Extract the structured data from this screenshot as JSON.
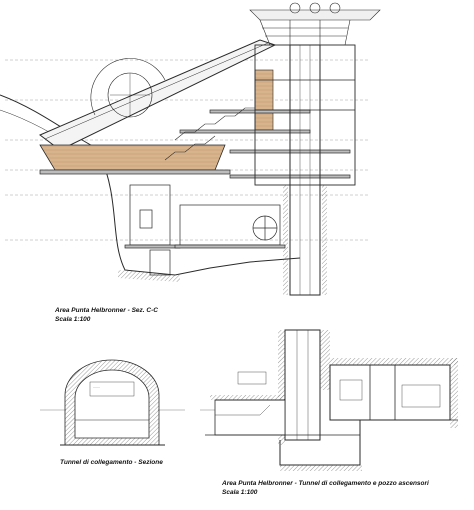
{
  "captions": {
    "section_cc": {
      "title": "Area Punta Helbronner - Sez. C-C",
      "scale": "Scala 1:100"
    },
    "tunnel_section": {
      "title": "Tunnel di collegamento - Sezione"
    },
    "tunnel_shaft": {
      "title": "Area Punta Helbronner - Tunnel di collegamento e pozzo ascensori",
      "scale": "Scala 1:100"
    }
  },
  "colors": {
    "line": "#2a2a2a",
    "wood_fill": "#d8b48c",
    "concrete_fill": "#ececec",
    "cut_fill": "#bdbdbd"
  }
}
